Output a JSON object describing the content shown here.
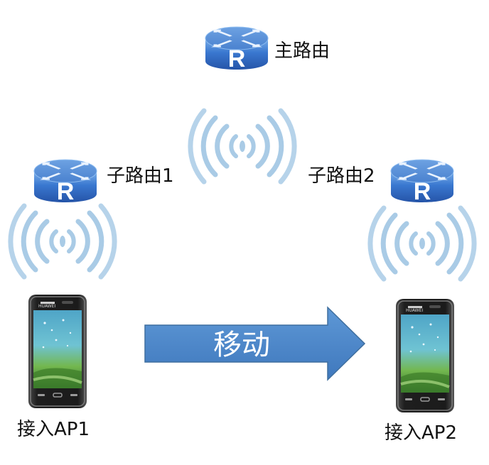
{
  "nodes": {
    "main_router": {
      "label": "主路由",
      "icon": "router-icon",
      "glyph": "R"
    },
    "sub_router_1": {
      "label": "子路由1",
      "icon": "router-icon",
      "glyph": "R"
    },
    "sub_router_2": {
      "label": "子路由2",
      "icon": "router-icon",
      "glyph": "R"
    },
    "ap1": {
      "label": "接入AP1",
      "icon": "smartphone-icon",
      "brand": "HUAWEI"
    },
    "ap2": {
      "label": "接入AP2",
      "icon": "smartphone-icon",
      "brand": "HUAWEI"
    }
  },
  "signals": [
    {
      "name": "main-wifi-signal-icon",
      "icon": "wireless-signal-icon"
    },
    {
      "name": "left-wifi-signal-icon",
      "icon": "wireless-signal-icon"
    },
    {
      "name": "right-wifi-signal-icon",
      "icon": "wireless-signal-icon"
    }
  ],
  "move_arrow": {
    "label": "移动",
    "icon": "right-arrow-icon"
  },
  "colors": {
    "router_top": "#5f95da",
    "router_side": "#2f69c3",
    "signal": "#a9cbe6",
    "arrow": "#4f89c9",
    "arrow_border": "#3f6f9f",
    "phone_body": "#252525",
    "text": "#111111"
  }
}
